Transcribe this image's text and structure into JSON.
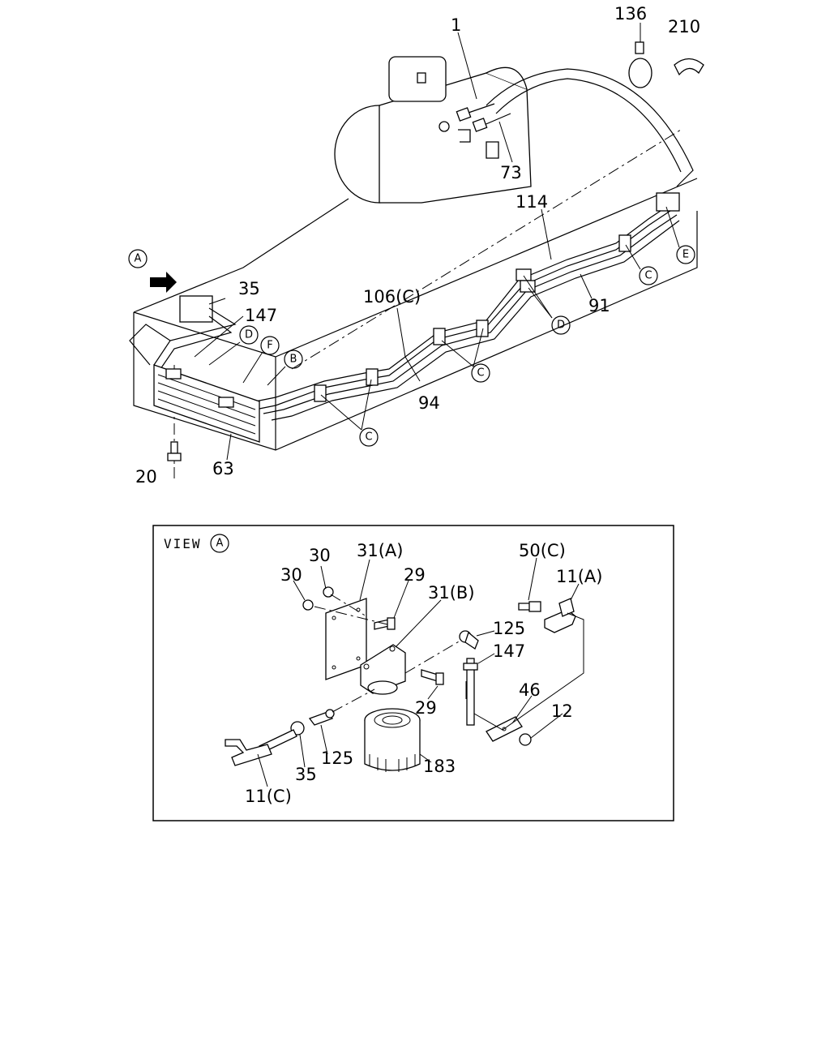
{
  "upper": {
    "part_labels": [
      "1",
      "136",
      "210",
      "73",
      "114",
      "106(C)",
      "91",
      "35",
      "147",
      "94",
      "20",
      "63"
    ],
    "circled_labels": [
      "A",
      "D",
      "F",
      "B",
      "C",
      "C",
      "C",
      "D",
      "C",
      "E"
    ]
  },
  "view_box": {
    "title": "VIEW",
    "title_circle": "A",
    "part_labels": [
      "30",
      "31(A)",
      "30",
      "29",
      "31(B)",
      "50(C)",
      "11(A)",
      "125",
      "147",
      "46",
      "29",
      "12",
      "125",
      "183",
      "35",
      "11(C)"
    ]
  }
}
